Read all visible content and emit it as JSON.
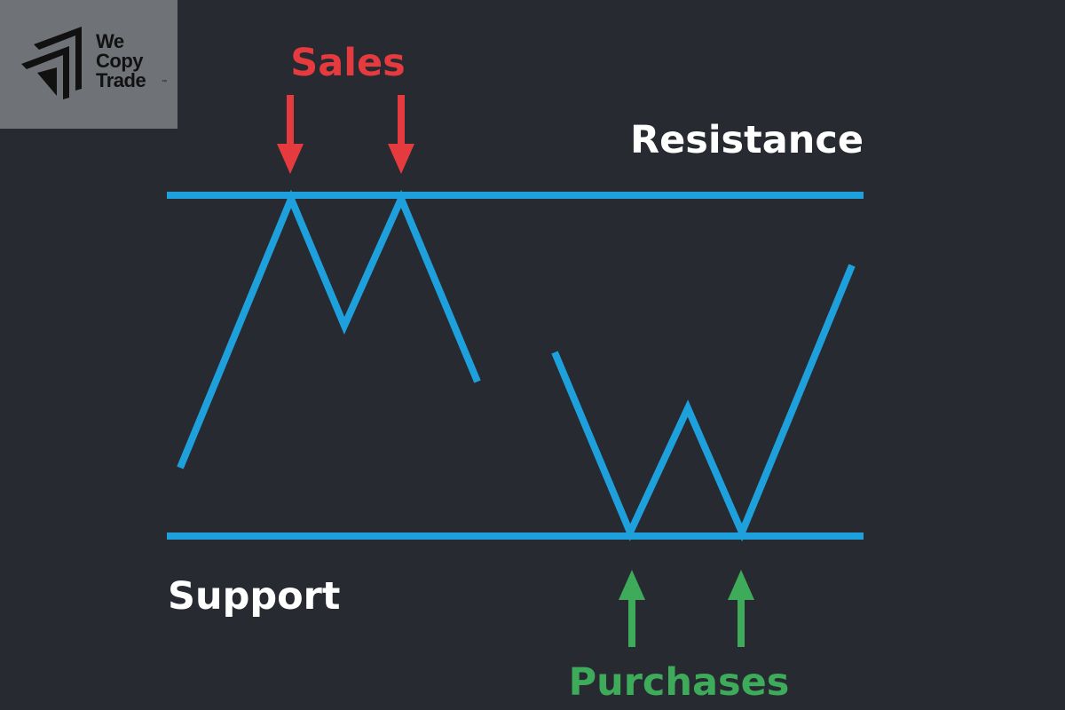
{
  "logo": {
    "line1": "We",
    "line2": "Copy",
    "line3": "Trade",
    "tm": "™"
  },
  "labels": {
    "sales": "Sales",
    "resistance": "Resistance",
    "support": "Support",
    "purchases": "Purchases"
  },
  "colors": {
    "background": "#272a31",
    "price_line": "#1ea0dc",
    "sales": "#e53a3e",
    "purchases": "#3dab5a",
    "text": "#ffffff",
    "logo_box": "#6f7276"
  }
}
